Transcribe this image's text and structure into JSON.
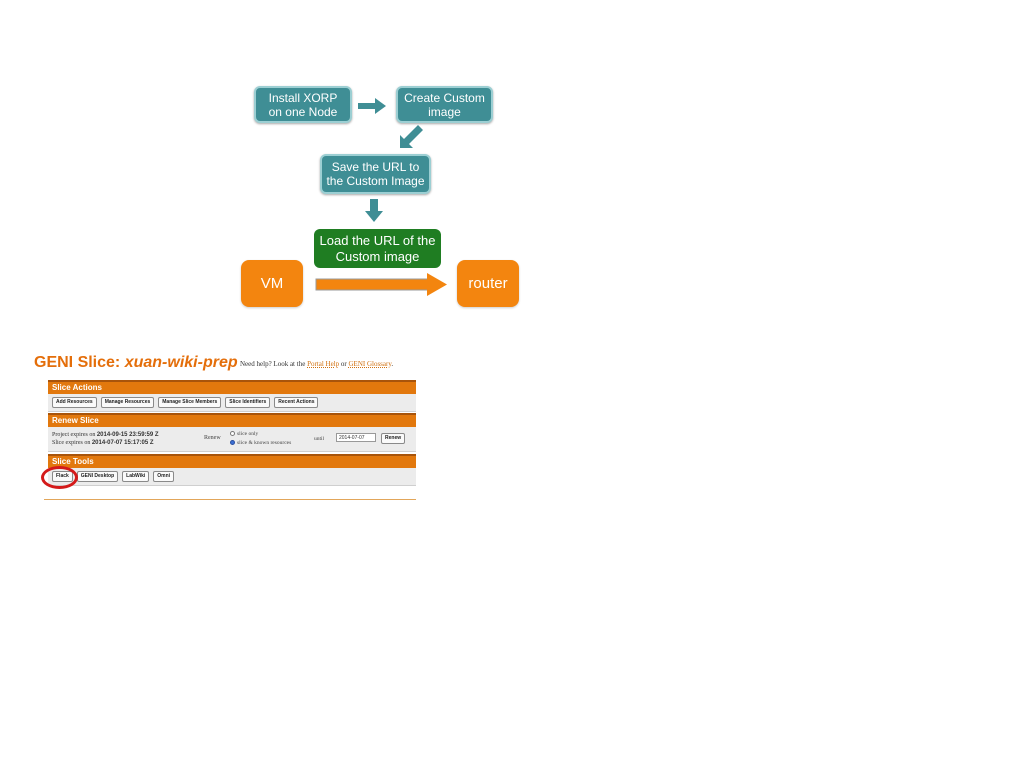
{
  "diagram": {
    "install": "Install XORP\non one Node",
    "create": "Create Custom\nimage",
    "save": "Save the URL to\nthe Custom Image",
    "load": "Load the URL of the\nCustom image",
    "vm": "VM",
    "router": "router",
    "colors": {
      "teal": "#3f8e95",
      "green": "#1f7d22",
      "orange": "#f3850f"
    }
  },
  "geni": {
    "title_prefix": "GENI Slice: ",
    "slice_name": "xuan-wiki-prep",
    "help_prefix": "Need help? Look at the ",
    "help_link1": "Portal Help",
    "help_mid": " or ",
    "help_link2": "GENI Glossary",
    "help_suffix": ".",
    "slice_actions": {
      "header": "Slice Actions",
      "buttons": [
        "Add Resources",
        "Manage Resources",
        "Manage Slice Members",
        "Slice Identifiers",
        "Recent Actions"
      ]
    },
    "renew": {
      "header": "Renew Slice",
      "project_expires_label": "Project expires on ",
      "project_expires": "2014-09-15 23:59:59 Z",
      "slice_expires_label": "Slice expires on ",
      "slice_expires": "2014-07-07 15:17:05 Z",
      "renew_label": "Renew",
      "option1": "slice only",
      "option2": "slice & known resources",
      "until_label": "until",
      "date_value": "2014-07-07",
      "button": "Renew"
    },
    "slice_tools": {
      "header": "Slice Tools",
      "buttons": [
        "Flack",
        "GENI Desktop",
        "LabWiki",
        "Omni"
      ]
    }
  }
}
